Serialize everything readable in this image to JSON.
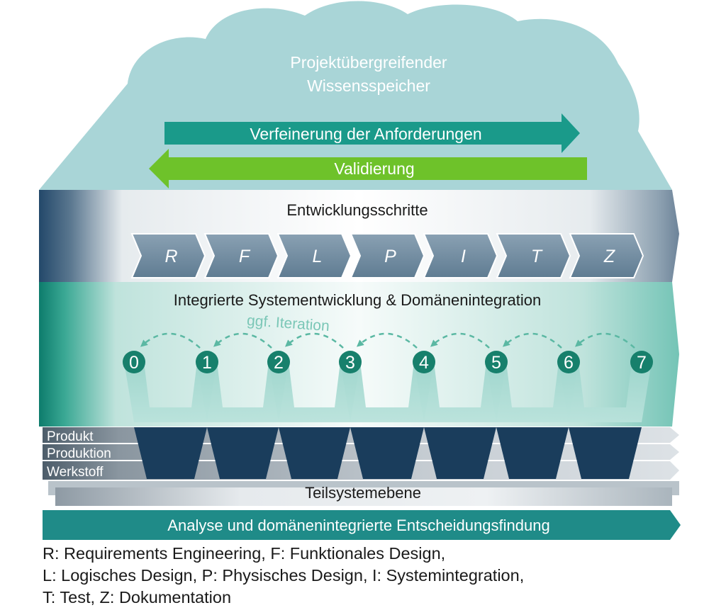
{
  "knowledge_store": {
    "line1": "Projektübergreifender",
    "line2": "Wissensspeicher"
  },
  "refinement_arrow": {
    "label": "Verfeinerung der Anforderungen"
  },
  "validation_arrow": {
    "label": "Validierung"
  },
  "development_steps": {
    "title": "Entwicklungsschritte",
    "steps": [
      "R",
      "F",
      "L",
      "P",
      "I",
      "T",
      "Z"
    ]
  },
  "integration": {
    "title": "Integrierte Systementwicklung & Domänenintegration",
    "iteration_label": "ggf. Iteration",
    "nodes": [
      "0",
      "1",
      "2",
      "3",
      "4",
      "5",
      "6",
      "7"
    ]
  },
  "layers": [
    "Produkt",
    "Produktion",
    "Werkstoff"
  ],
  "subsystem_level": {
    "label": "Teilsystemebene"
  },
  "analysis_bar": {
    "label": "Analyse und domänenintegrierte Entscheidungsfindung"
  },
  "legend": [
    "R: Requirements Engineering, F: Funktionales Design,",
    "L: Logisches Design, P: Physisches Design, I: Systemintegration,",
    "T: Test, Z: Dokumentation"
  ],
  "colors": {
    "cloud": "#a9d5d7",
    "teal": "#1a9a8a",
    "green": "#6ec22a",
    "navy": "#1a3d5c",
    "slate": "#6d8aa0",
    "node": "#17806c",
    "analysis": "#1f8b88"
  }
}
